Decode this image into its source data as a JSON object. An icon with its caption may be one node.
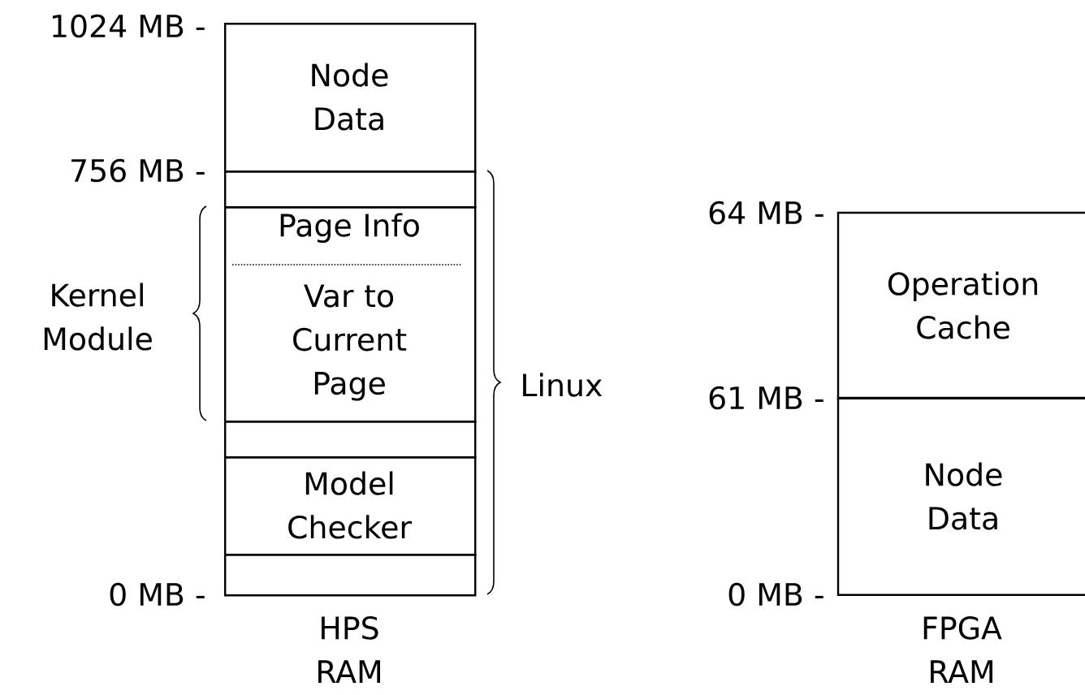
{
  "diagram": {
    "nodes": [
      {
        "text": [
          "Node Data"
        ]
      },
      {
        "text": [],
        "shape": "box"
      },
      {
        "text": [
          "Page Info",
          "Var to Current Page"
        ]
      },
      {
        "text": [],
        "shape": "box"
      },
      {
        "text": [
          "Model Checker"
        ]
      },
      {
        "text": [],
        "shape": "box"
      },
      {
        "text": [
          "Operation Cache"
        ]
      },
      {
        "text": [
          "Node Data"
        ]
      }
    ],
    "labels": [
      "1024 MB -",
      "756 MB -",
      "64 MB -",
      "Kernel Module",
      "Linux",
      "61 MB -",
      "0 MB -",
      "0 MB -",
      "HPS RAM",
      "FPGA RAM"
    ]
  }
}
